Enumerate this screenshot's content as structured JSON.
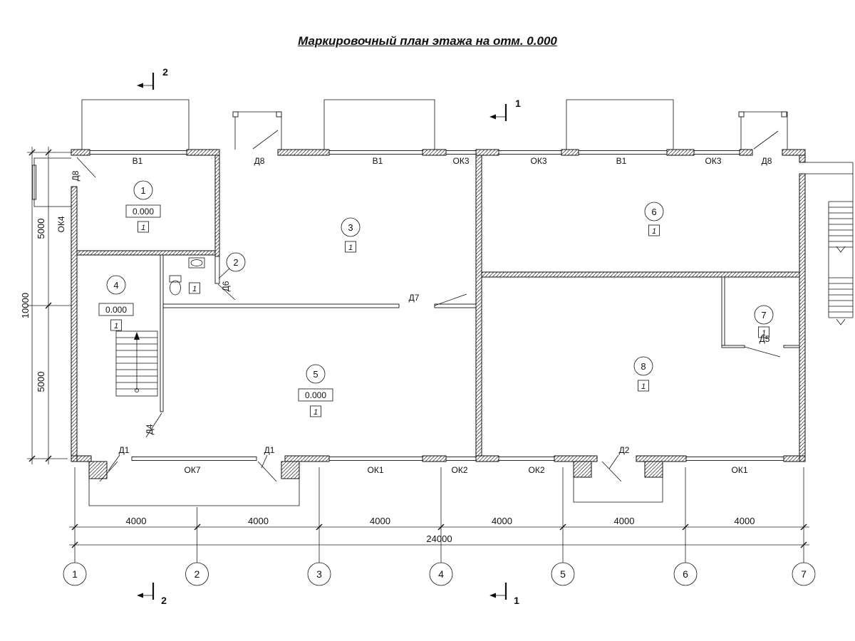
{
  "title": "Маркировочный план этажа на отм. 0.000",
  "sections": {
    "s1": "1",
    "s2": "2"
  },
  "openings": {
    "top": [
      "Д8",
      "В1",
      "Д8",
      "В1",
      "ОК3",
      "ОК3",
      "В1",
      "ОК3",
      "Д8"
    ],
    "bottom": [
      "Д1",
      "ОК7",
      "Д1",
      "ОК1",
      "ОК2",
      "ОК2",
      "Д2",
      "ОК1"
    ],
    "left": [
      "ОК4"
    ],
    "interior": [
      "Д6",
      "Д7",
      "Д4",
      "Д5"
    ]
  },
  "rooms": [
    {
      "num": "1",
      "elev": "0.000",
      "finish": "1"
    },
    {
      "num": "2",
      "finish": "1"
    },
    {
      "num": "3",
      "finish": "1"
    },
    {
      "num": "4",
      "elev": "0.000",
      "finish": "1"
    },
    {
      "num": "5",
      "elev": "0.000",
      "finish": "1"
    },
    {
      "num": "6",
      "finish": "1"
    },
    {
      "num": "7",
      "finish": "1"
    },
    {
      "num": "8",
      "finish": "1"
    }
  ],
  "dimensions": {
    "bottom_segments": [
      "4000",
      "4000",
      "4000",
      "4000",
      "4000",
      "4000"
    ],
    "bottom_total": "24000",
    "left_segments": [
      "5000",
      "5000"
    ],
    "left_total": "10000"
  },
  "axes": [
    "1",
    "2",
    "3",
    "4",
    "5",
    "6",
    "7"
  ]
}
